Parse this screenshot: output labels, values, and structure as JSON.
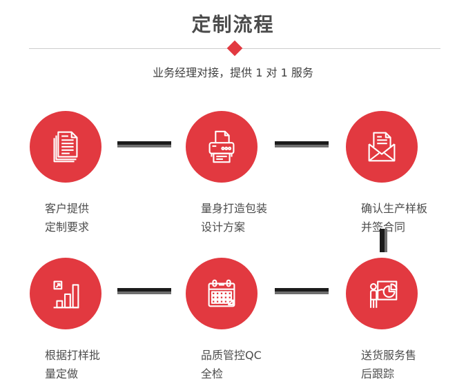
{
  "header": {
    "title": "定制流程",
    "subtitle": "业务经理对接，提供 1 对 1 服务"
  },
  "colors": {
    "accent_red": "#e23940",
    "connector_dark": "#1b1b1b",
    "connector_gray": "#6f6f6f",
    "divider_gray": "#cccccc",
    "text_gray": "#4c4c4c"
  },
  "steps": [
    {
      "icon": "documents-icon",
      "lines": [
        "客户提供",
        "定制要求"
      ]
    },
    {
      "icon": "printer-icon",
      "lines": [
        "量身打造包装",
        "设计方案"
      ]
    },
    {
      "icon": "envelope-icon",
      "lines": [
        "确认生产样板",
        "并签合同"
      ]
    },
    {
      "icon": "bar-chart-icon",
      "lines": [
        "根据打样批",
        "量定做"
      ]
    },
    {
      "icon": "calendar-icon",
      "lines": [
        "品质管控QC",
        "全检"
      ]
    },
    {
      "icon": "presenter-icon",
      "lines": [
        "送货服务售",
        "后跟踪"
      ]
    }
  ]
}
